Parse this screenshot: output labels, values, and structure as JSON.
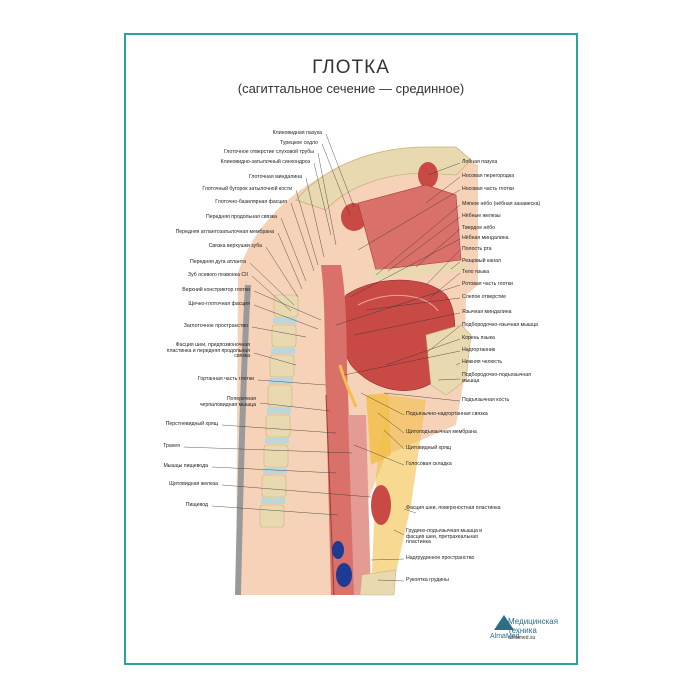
{
  "poster": {
    "title": "ГЛОТКА",
    "subtitle": "(сагиттальное сечение — срединное)"
  },
  "labels_left": [
    "Клиновидная пазуха",
    "Турецкое седло",
    "Глоточное отверстие слуховой трубы",
    "Клиновидно-затылочный синхондроз",
    "Глоточная миндалина",
    "Глоточный бугорок затылочной кости",
    "Глоточно-базилярная фасция",
    "Передняя продольная связка",
    "Передняя атлантозатылочная мембрана",
    "Связка верхушки зуба",
    "Передняя дуга атланта",
    "Зуб осевого позвонка CII",
    "Верхний констриктор глотки",
    "Щечно-глоточная фасция",
    "Заглоточное пространство",
    "Фасция шеи, предпозвоночная пластинка и передняя продольная связка",
    "Гортанная часть глотки",
    "Поперечная черпаловидная мышца",
    "Перстневидный хрящ",
    "Трахея",
    "Мышцы пищевода",
    "Щитовидная железа",
    "Пищевод"
  ],
  "labels_right": [
    "Лобная пазуха",
    "Носовая перегородка",
    "Носовая часть глотки",
    "Мягкое нёбо (нёбная занавеска)",
    "Нёбные железы",
    "Твердое нёбо",
    "Нёбная миндалина",
    "Полость рта",
    "Резцовый канал",
    "Тело языка",
    "Ротовая часть глотки",
    "Слепое отверстие",
    "Язычная миндалина",
    "Подбородочно-язычная мышца",
    "Корень языка",
    "Надгортанник",
    "Нижняя челюсть",
    "Подбородочно-подъязычная мышца",
    "Подъязычная кость",
    "Подъязычно-надгортанная связка",
    "Щитоподъязычная мембрана",
    "Щитовидный хрящ",
    "Голосовая складка",
    "Фасция шеи, поверхностная пластинка",
    "Грудино-подъязычная мышца и фасция шеи, претрахеальная пластинка",
    "Надгрудинное пространство",
    "Рукоятка грудины"
  ],
  "brand": {
    "name_line1": "Медицинская",
    "name_line2": "техника",
    "url": "almamed.su",
    "logo": "AlmaMed"
  },
  "colors": {
    "frame": "#2aa3a0",
    "muscle": "#c94a45",
    "mucosa": "#d9716a",
    "bone": "#e8d9b0",
    "fat": "#f2c04a",
    "cartilage": "#bcd7dc"
  }
}
